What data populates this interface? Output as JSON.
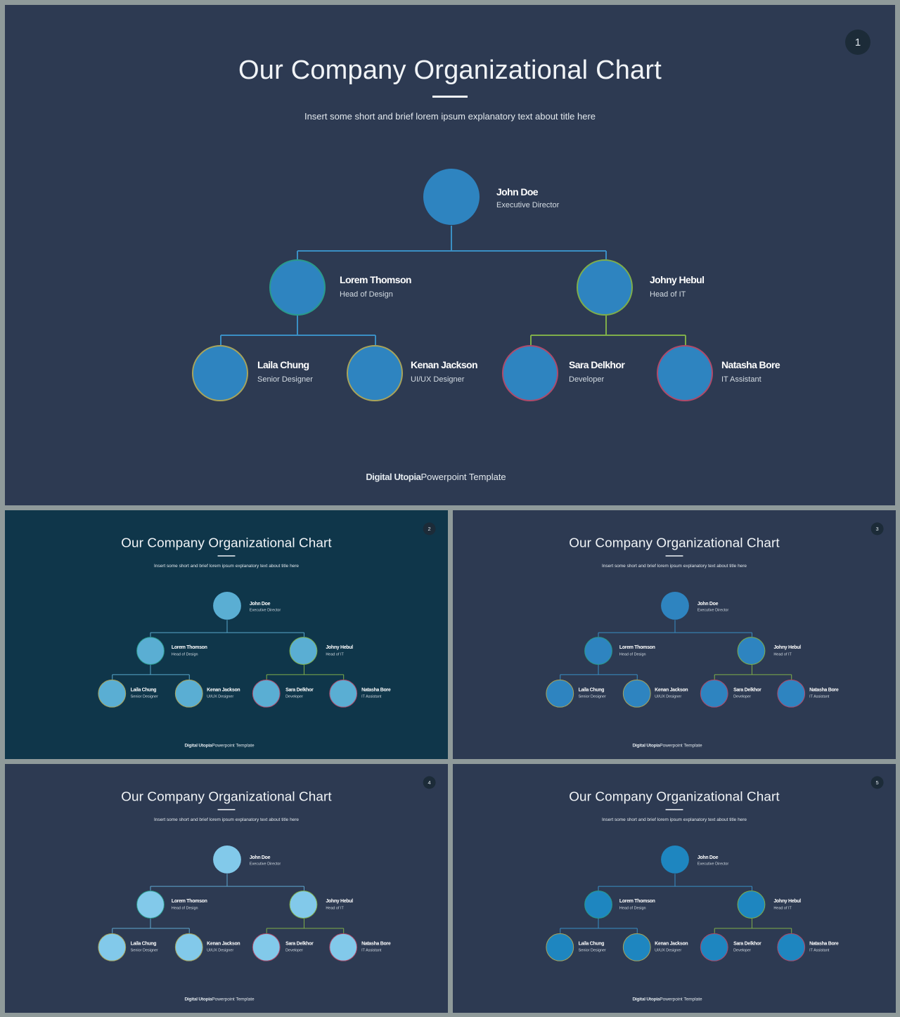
{
  "title": "Our Company Organizational Chart",
  "subtitle": "Insert some short and brief lorem ipsum explanatory text about title here",
  "footer": {
    "brand": "Digital Utopia",
    "rest": "Powerpoint Template"
  },
  "people": {
    "root": {
      "name": "John Doe",
      "role": "Executive Director"
    },
    "lead_left": {
      "name": "Lorem Thomson",
      "role": "Head of Design"
    },
    "lead_right": {
      "name": "Johny Hebul",
      "role": "Head of IT"
    },
    "m1": {
      "name": "Laila Chung",
      "role": "Senior Designer"
    },
    "m2": {
      "name": "Kenan Jackson",
      "role": "UI/UX Designer"
    },
    "m3": {
      "name": "Sara Delkhor",
      "role": "Developer"
    },
    "m4": {
      "name": "Natasha Bore",
      "role": "IT Assistant"
    }
  },
  "slides": [
    {
      "number": "1",
      "bg": "#2d3a52",
      "node": "#2e84c0",
      "line": "#3a8fc4"
    },
    {
      "number": "2",
      "bg": "#0f364a",
      "node": "#5aaed3",
      "line": "#58a8cc"
    },
    {
      "number": "3",
      "bg": "#2d3a52",
      "node": "#2e84c0",
      "line": "#3a8fc4"
    },
    {
      "number": "4",
      "bg": "#2d3a52",
      "node": "#82c9ea",
      "line": "#5fa8cf"
    },
    {
      "number": "5",
      "bg": "#2d3a52",
      "node": "#1e86c0",
      "line": "#3a8fc4"
    }
  ]
}
